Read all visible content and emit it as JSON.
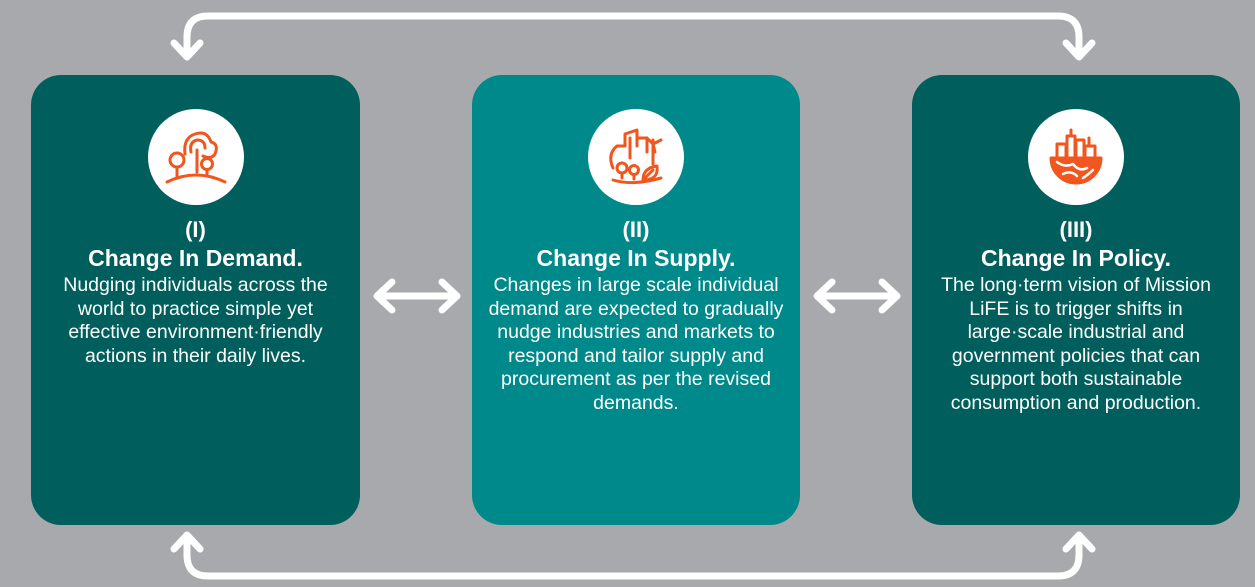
{
  "cards": [
    {
      "numeral": "(I)",
      "title": "Change In Demand.",
      "description": "Nudging individuals across the world to practice simple yet effective environment·friendly actions in their daily lives.",
      "icon": "park-trees-icon"
    },
    {
      "numeral": "(II)",
      "title": "Change In Supply.",
      "description": "Changes in large scale individual demand are expected to gradually nudge industries and markets to respond and tailor supply and procurement as per the revised demands.",
      "icon": "green-city-icon"
    },
    {
      "numeral": "(III)",
      "title": "Change In Policy.",
      "description": "The long·term vision of Mission LiFE is to trigger shifts in large·scale industrial and government policies that can support both sustainable consumption and production.",
      "icon": "globe-industry-icon"
    }
  ],
  "connectors": {
    "top_loop": "arrow from top spanning card I to card III, pointing down into both",
    "bottom_loop": "arrow from bottom spanning card I to card III, pointing up into both",
    "between": "double-headed arrows between adjacent cards"
  },
  "colors": {
    "background": "#a8a9ad",
    "card_dark": "#005e5d",
    "card_mid": "#00898a",
    "icon_accent": "#f0561d",
    "text": "#ffffff"
  }
}
